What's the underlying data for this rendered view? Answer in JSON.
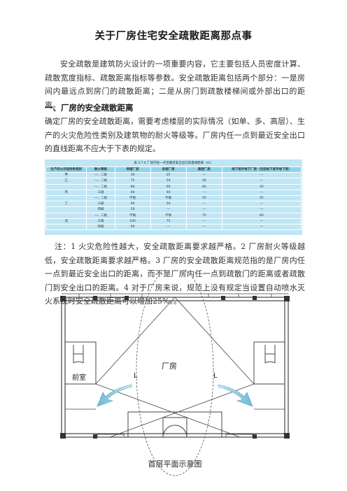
{
  "doc": {
    "title": "关于厂房住宅安全疏散距离那点事",
    "intro": "安全疏散是建筑防火设计的一项重要内容，它主要包括人员密度计算、疏散宽度指标、疏散距离指标等参数。安全疏散距离包括两个部分：一是房间内最远点到房门的疏散距离；二是从房门到疏散楼梯间或外部出口的距离。",
    "section_heading": "一、厂房的安全疏散距离",
    "section_body": "确定厂房的安全疏散距离，需要考虑楼层的实际情况（如单、多、高层）、生产的火灾危险性类别及建筑物的耐火等级等。厂房内任一点到最近安全出口的直线距离不应大于下表的规定。",
    "notes": "注：1 火灾危险性越大，安全疏散距离要求越严格。2 厂房耐火等级越低，安全疏散距离要求越严格。3 厂房的安全疏散距离规范指的是厂房内任一点到最近安全出口的距离，而不是厂房内任一点到疏散门的距离或者疏散门到安全出口的距离。4 对于厂房来说，规范上没有规定当设置自动喷水灭火系统时安全疏散距离可以增加25%。。"
  },
  "table": {
    "caption": "表 3.7.4  厂房内任一点至最近安全出口的直线距离（m）",
    "headers": [
      "生产的火灾危险性类别",
      "耐火等级",
      "单层厂房",
      "多层厂房",
      "高层厂房",
      "地下或半地下厂房（包括地下或半地下室）"
    ],
    "rows": [
      [
        "甲",
        "一、二级",
        "30",
        "25",
        "—",
        "—"
      ],
      [
        "乙",
        "一、二级",
        "75",
        "50",
        "30",
        "—"
      ],
      [
        "",
        "一、二级",
        "80",
        "60",
        "40",
        "30"
      ],
      [
        "丙",
        "三级",
        "60",
        "40",
        "—",
        "—"
      ],
      [
        "",
        "一、二级",
        "不限",
        "不限",
        "50",
        "45"
      ],
      [
        "丁",
        "三级",
        "60",
        "50",
        "—",
        "—"
      ],
      [
        "",
        "四级",
        "50",
        "—",
        "—",
        "—"
      ],
      [
        "",
        "一、二级",
        "不限",
        "不限",
        "75",
        "60"
      ],
      [
        "戊",
        "三级",
        "100",
        "75",
        "—",
        "—"
      ],
      [
        "",
        "四级",
        "60",
        "—",
        "—",
        "—"
      ]
    ]
  },
  "plan": {
    "room_label": "厂房",
    "left_label": "前室",
    "dim_l": "L",
    "caption": "首层平面示意图"
  }
}
